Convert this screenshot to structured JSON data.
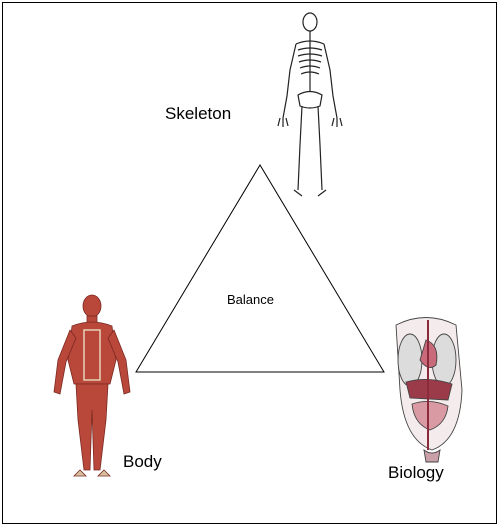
{
  "diagram": {
    "center_label": "Balance",
    "vertices": [
      {
        "label": "Skeleton",
        "image": "skeleton-illustration"
      },
      {
        "label": "Body",
        "image": "muscular-body-illustration"
      },
      {
        "label": "Biology",
        "image": "internal-organs-illustration"
      }
    ]
  },
  "colors": {
    "line": "#000000",
    "muscle": "#b9473a",
    "organ": "#c86a7a"
  }
}
